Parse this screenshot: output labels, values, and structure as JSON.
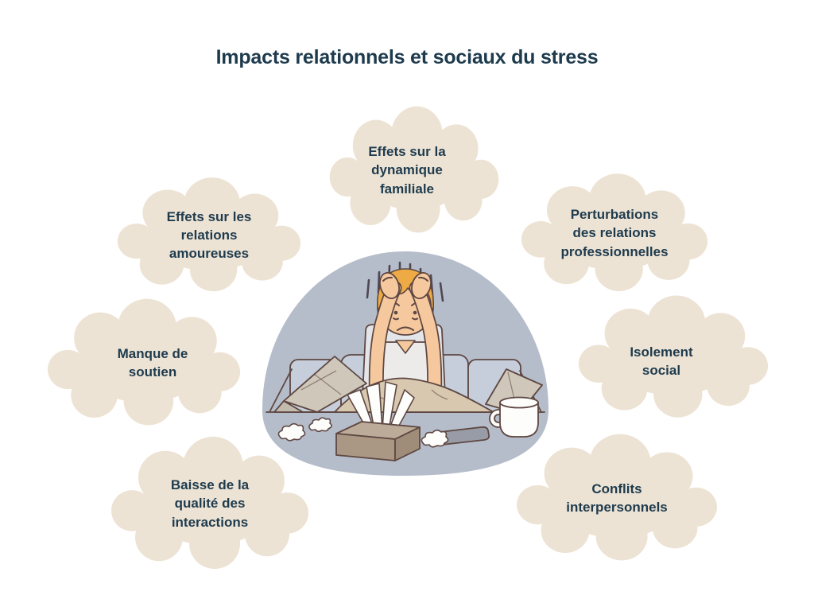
{
  "title": "Impacts relationnels et sociaux du stress",
  "clouds": [
    {
      "id": "dynamique-familiale",
      "label": "Effets sur la\ndynamique\nfamiliale"
    },
    {
      "id": "relations-amoureuses",
      "label": "Effets sur les\nrelations\namoureuses"
    },
    {
      "id": "relations-professionnelles",
      "label": "Perturbations\ndes relations\nprofessionnelles"
    },
    {
      "id": "manque-de-soutien",
      "label": "Manque de\nsoutien"
    },
    {
      "id": "isolement-social",
      "label": "Isolement\nsocial"
    },
    {
      "id": "qualite-des-interactions",
      "label": "Baisse de la\nqualité des\ninteractions"
    },
    {
      "id": "conflits-interpersonnels",
      "label": "Conflits\ninterpersonnels"
    }
  ],
  "illustration": {
    "name": "stressed-person-on-couch-illustration"
  },
  "colors": {
    "background": "#ffffff",
    "text": "#1e3b4e",
    "cloud": "#ede3d4",
    "blob": "#b6bdca",
    "outline": "#5e4742",
    "skin": "#f6c89e",
    "hair": "#eeab45",
    "couch": "#c6cedb",
    "chair": "#e4e5e8",
    "shirt": "#ecebe9",
    "pillow": "#cfc8ba",
    "pillow_fold": "#c2bbae",
    "blanket": "#d8c8af",
    "box_top": "#bcab98",
    "box_front": "#ab9884",
    "box_side": "#a08d79",
    "phone": "#979ca6",
    "white": "#fdfdfc",
    "stress_lines": "#4e4752"
  }
}
